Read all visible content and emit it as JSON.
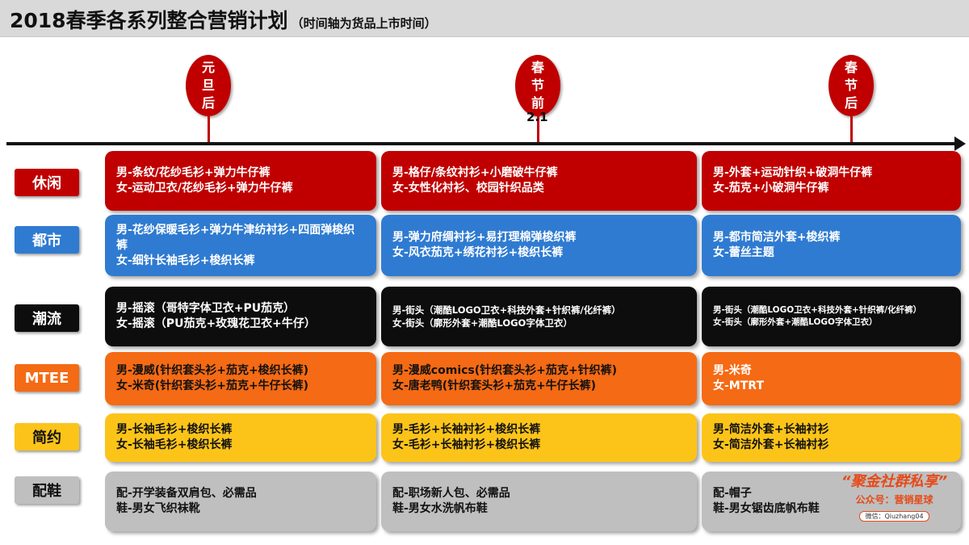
{
  "title": {
    "main": "2018春季各系列整合营销计划",
    "sub": "（时间轴为货品上市时间）"
  },
  "colors": {
    "red": "#c00000",
    "blue": "#2f7bd1",
    "black": "#0d0d0d",
    "orange": "#f56a14",
    "yellow": "#fcc419",
    "gray": "#bfbfbf"
  },
  "timeline": {
    "markers": [
      {
        "label": "元旦后",
        "note": ""
      },
      {
        "label": "春节前",
        "note": "2.1"
      },
      {
        "label": "春节后",
        "note": ""
      }
    ]
  },
  "rows": [
    {
      "label": "休闲",
      "cells": [
        [
          "男-条纹/花纱毛衫+弹力牛仔裤",
          "女-运动卫衣/花纱毛衫+弹力牛仔裤"
        ],
        [
          "男-格仔/条纹衬衫+小磨破牛仔裤",
          "女-女性化衬衫、校园针织品类"
        ],
        [
          "男-外套+运动针织+破洞牛仔裤",
          "女-茄克+小破洞牛仔裤"
        ]
      ]
    },
    {
      "label": "都市",
      "cells": [
        [
          "男-花纱保暖毛衫+弹力牛津纺衬衫+四面弹梭织裤",
          "女-细针长袖毛衫+梭织长裤"
        ],
        [
          "男-弹力府绸衬衫+易打理棉弹梭织裤",
          "女-风衣茄克+绣花衬衫+梭织长裤"
        ],
        [
          "男-都市简洁外套+梭织裤",
          "女-蕾丝主题"
        ]
      ]
    },
    {
      "label": "潮流",
      "cells": [
        [
          "男-摇滚（哥特字体卫衣+PU茄克）",
          "女-摇滚（PU茄克+玫瑰花卫衣+牛仔）"
        ],
        [
          "男-街头（潮酷LOGO卫衣+科技外套+针织裤/化纤裤）",
          "女-街头（廓形外套+潮酷LOGO字体卫衣）"
        ],
        [
          "男-街头（潮酷LOGO卫衣+科技外套+针织裤/化纤裤）",
          "女-街头（廓形外套+潮酷LOGO字体卫衣）"
        ]
      ]
    },
    {
      "label": "MTEE",
      "cells": [
        [
          "男-漫威(针织套头衫+茄克+梭织长裤)",
          "女-米奇(针织套头衫+茄克+牛仔长裤)"
        ],
        [
          "男-漫威comics(针织套头衫+茄克+针织裤)",
          "女-唐老鸭(针织套头衫+茄克+牛仔长裤)"
        ],
        [
          "男-米奇",
          "女-MTRT"
        ]
      ]
    },
    {
      "label": "简约",
      "cells": [
        [
          "男-长袖毛衫+梭织长裤",
          "女-长袖毛衫+梭织长裤"
        ],
        [
          "男-毛衫+长袖衬衫+梭织长裤",
          "女-毛衫+长袖衬衫+梭织长裤"
        ],
        [
          "男-简洁外套+长袖衬衫",
          "女-简洁外套+长袖衬衫"
        ]
      ]
    },
    {
      "label": "配鞋",
      "cells": [
        [
          "配-开学装备双肩包、必需品",
          "鞋-男女飞织袜靴"
        ],
        [
          "配-职场新人包、必需品",
          "鞋-男女水洗帆布鞋"
        ],
        [
          "配-帽子",
          "鞋-男女锯齿底帆布鞋"
        ]
      ]
    }
  ],
  "watermark": {
    "title": "“聚金社群私享”",
    "sub": "公众号：营销星球",
    "id": "微信：Qiuzhang04"
  }
}
